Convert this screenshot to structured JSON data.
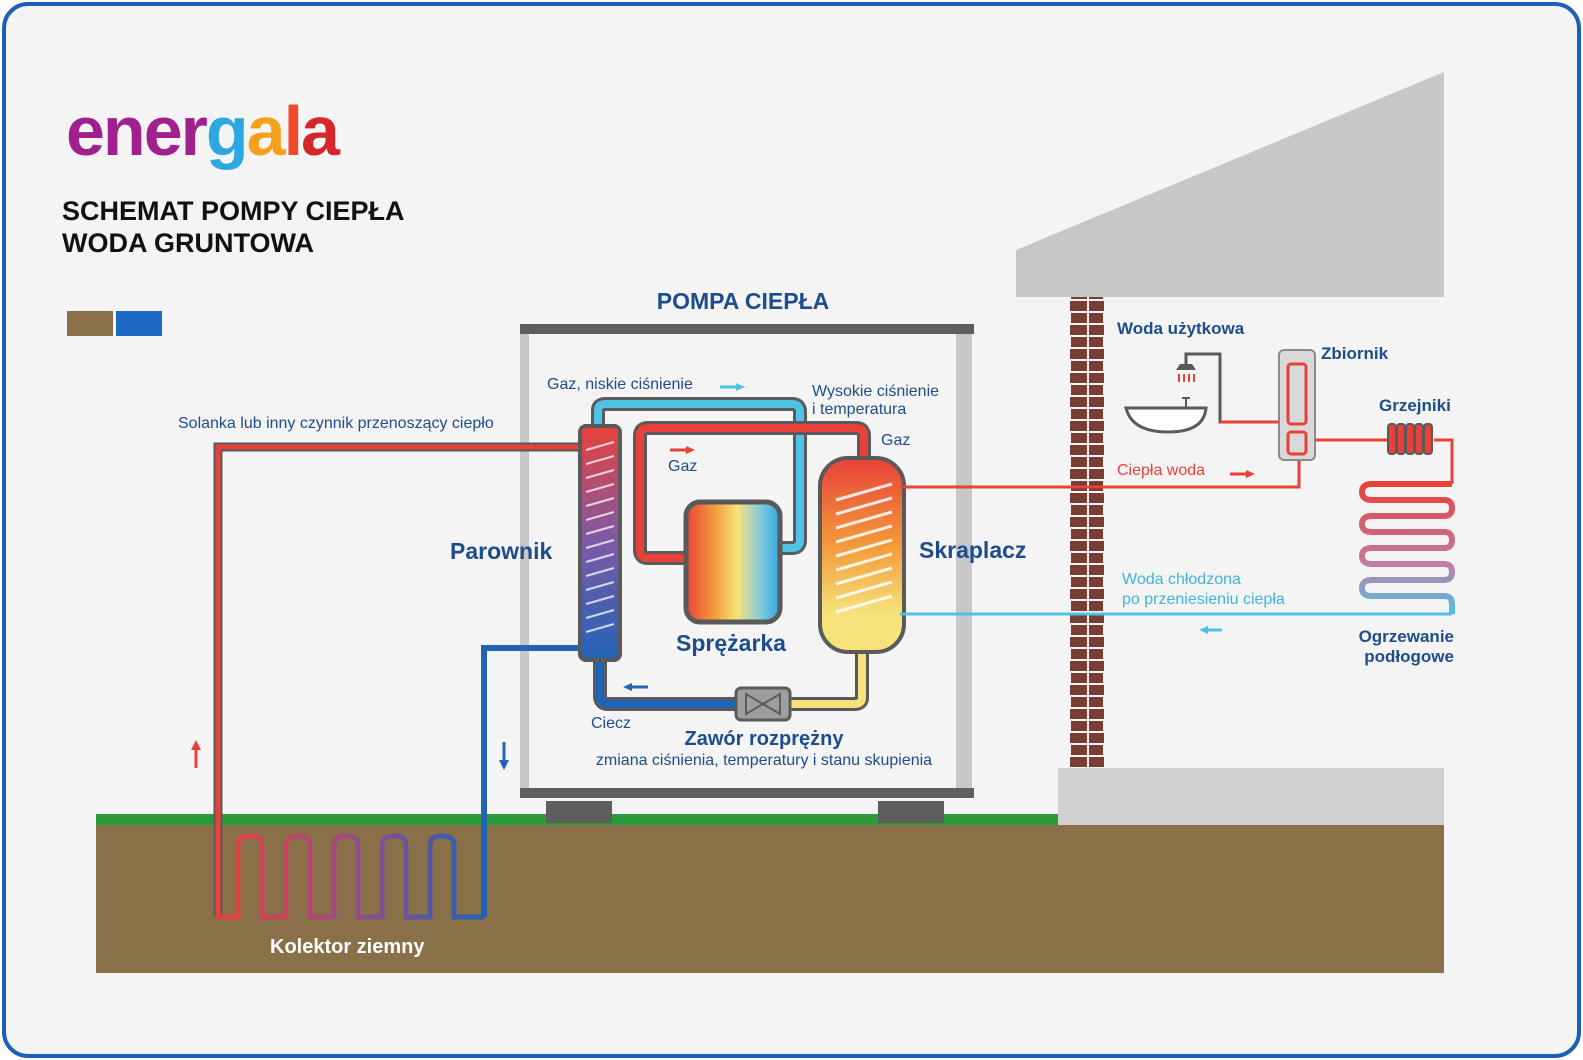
{
  "logo": {
    "text_parts": [
      "ener",
      "g",
      "a",
      "l",
      "a"
    ],
    "colors": [
      "#a0208e",
      "#2da7e0",
      "#f6a11b",
      "#ef4b2b",
      "#d6262a"
    ]
  },
  "title": {
    "line1": "SCHEMAT POMPY CIEPŁA",
    "line2": "WODA GRUNTOWA"
  },
  "legend_swatches": [
    "#8a7049",
    "#1d6ac3"
  ],
  "heat_pump": {
    "title": "POMPA CIEPŁA",
    "evaporator": "Parownik",
    "condenser": "Skraplacz",
    "compressor": "Sprężarka",
    "valve_title": "Zawór rozprężny",
    "valve_sub": "zmiana ciśnienia, temperatury i stanu skupienia",
    "gas_low": "Gaz, niskie ciśnienie",
    "high_pressure_1": "Wysokie ciśnienie",
    "high_pressure_2": "i temperatura",
    "gas_right": "Gaz",
    "gas_inner": "Gaz",
    "liquid": "Ciecz"
  },
  "ground": {
    "brine": "Solanka lub inny czynnik przenoszący ciepło",
    "collector": "Kolektor ziemny"
  },
  "house": {
    "hot_water": "Woda użytkowa",
    "tank": "Zbiornik",
    "radiators": "Grzejniki",
    "warm_water": "Ciepła woda",
    "cooled_1": "Woda chłodzona",
    "cooled_2": "po przeniesieniu ciepła",
    "floor_1": "Ogrzewanie",
    "floor_2": "podłogowe"
  },
  "colors": {
    "frame": "#1d5fb4",
    "dark_blue_text": "#1d4d8c",
    "red": "#e8413a",
    "blue": "#2163b6",
    "light_blue": "#4fc3e6",
    "grass": "#2c9a3a",
    "soil": "#8a7049",
    "brick": "#7a3d33",
    "grey": "#c7c7c7"
  }
}
